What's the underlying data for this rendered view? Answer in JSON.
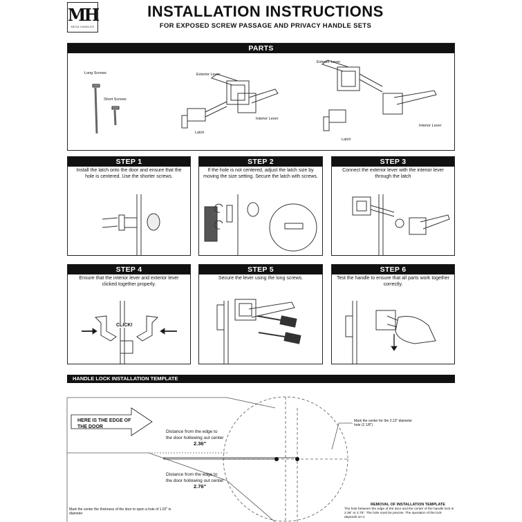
{
  "header": {
    "logo_mark": "MH",
    "logo_sub": "MEGA HANDLES",
    "title": "INSTALLATION INSTRUCTIONS",
    "subtitle": "FOR EXPOSED SCREW PASSAGE AND PRIVACY HANDLE SETS"
  },
  "parts": {
    "title": "PARTS",
    "labels": {
      "long_screws": "Long Screws",
      "short_screws": "Short Screws",
      "exterior_lever_1": "Exterior Lever",
      "interior_lever_1": "Interior Lever",
      "latch_1": "Latch",
      "exterior_lever_2": "Exterior Lever",
      "interior_lever_2": "Interior Lever",
      "latch_2": "Latch"
    }
  },
  "steps": [
    {
      "title": "STEP 1",
      "text": "Install the latch onto the door and ensure that the hole is centered. Use the shorter screws."
    },
    {
      "title": "STEP 2",
      "text": "If the hole is not centered, adjust the latch size by moving the size setting. Secure the latch with screws."
    },
    {
      "title": "STEP 3",
      "text": "Connect the exterior lever with the interior lever through the latch"
    },
    {
      "title": "STEP 4",
      "text": "Ensure that the interior lever and exterior lever clicked together properly.",
      "callout": "CLICK!"
    },
    {
      "title": "STEP 5",
      "text": "Secure the lever using the long screws."
    },
    {
      "title": "STEP 6",
      "text": "Test the handle to ensure that all parts work together correctly."
    }
  ],
  "template": {
    "title": "HANDLE LOCK INSTALLATION TEMPLATE",
    "edge_label": "HERE IS THE EDGE OF THE DOOR",
    "dist1_text": "Distance from the edge to the door hollowing out center",
    "dist1_value": "2.36\"",
    "dist2_text": "Distance from the edge to the door hollowing out center",
    "dist2_value": "2.76\"",
    "mark_center": "Mark the center for the 2.13\" diameter hole (2 1/8\")",
    "thickness_note": "Mark the center the thickness of the door to open a hole of 1.02\" in diameter",
    "removal_title": "REMOVAL OF INSTALLATION TEMPLATE",
    "removal_text": "The hole between the edge of the door and the center of the handle lock is 2.36\" or 2.75\". The hole must be precise. The operation of the lock depends on it."
  }
}
